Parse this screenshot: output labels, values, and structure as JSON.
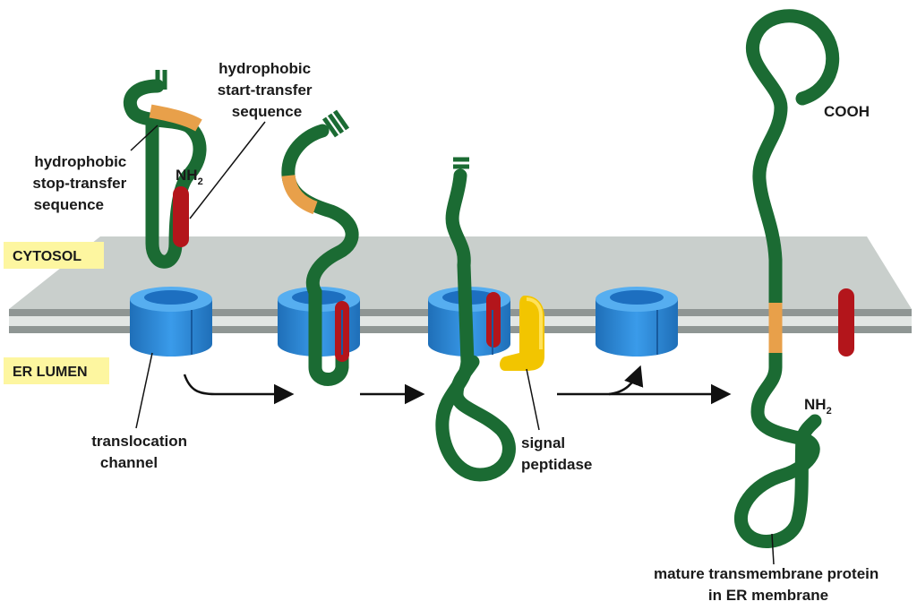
{
  "region_labels": {
    "cytosol": "CYTOSOL",
    "er_lumen": "ER LUMEN"
  },
  "labels": {
    "start_transfer": [
      "hydrophobic",
      "start-transfer",
      "sequence"
    ],
    "stop_transfer": [
      "hydrophobic",
      "stop-transfer",
      "sequence"
    ],
    "nh2_top": "NH",
    "nh2_bottom": "NH",
    "subscript_two": "2",
    "cooh": "COOH",
    "translocation_channel": [
      "translocation",
      "channel"
    ],
    "signal_peptidase": [
      "signal",
      "peptidase"
    ],
    "mature_protein": [
      "mature transmembrane protein",
      "in ER membrane"
    ]
  },
  "colors": {
    "protein_chain": "#1b6b33",
    "stop_transfer_segment": "#e8a04a",
    "start_transfer_segment": "#b3151b",
    "channel": "#2f8fdb",
    "signal_peptidase": "#f2c500",
    "membrane": "#c9cfcc",
    "region_tag": "#fdf6a0"
  }
}
